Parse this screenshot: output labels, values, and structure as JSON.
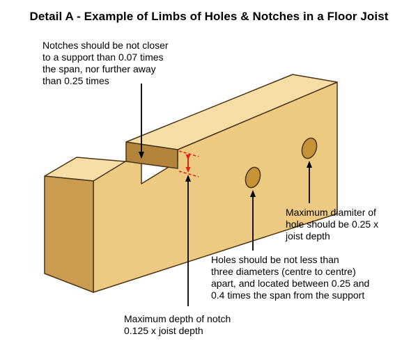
{
  "title": "Detail A - Example of Limbs of Holes & Notches in a Floor Joist",
  "notes": {
    "notch_position": "Notches should be not closer\nto a support than 0.07 times\nthe span, nor further away\nthan 0.25 times",
    "hole_diameter": "Maximum diamiter of\nhole should be 0.25 x\njoist depth",
    "hole_spacing": "Holes should be not less than\nthree diameters (centre to centre)\napart, and located between 0.25 and\n0.4 times the span from the support",
    "notch_depth": "Maximum depth of notch\n0.125 x joist depth"
  },
  "colors": {
    "timber_front": "#ecca82",
    "timber_top": "#f6dea6",
    "timber_end": "#c99c50",
    "timber_notch_inner": "#b3853c",
    "outline": "#4a3415",
    "hole": "#c69236",
    "dimension_marker": "#e0201a",
    "leader": "#000000"
  }
}
